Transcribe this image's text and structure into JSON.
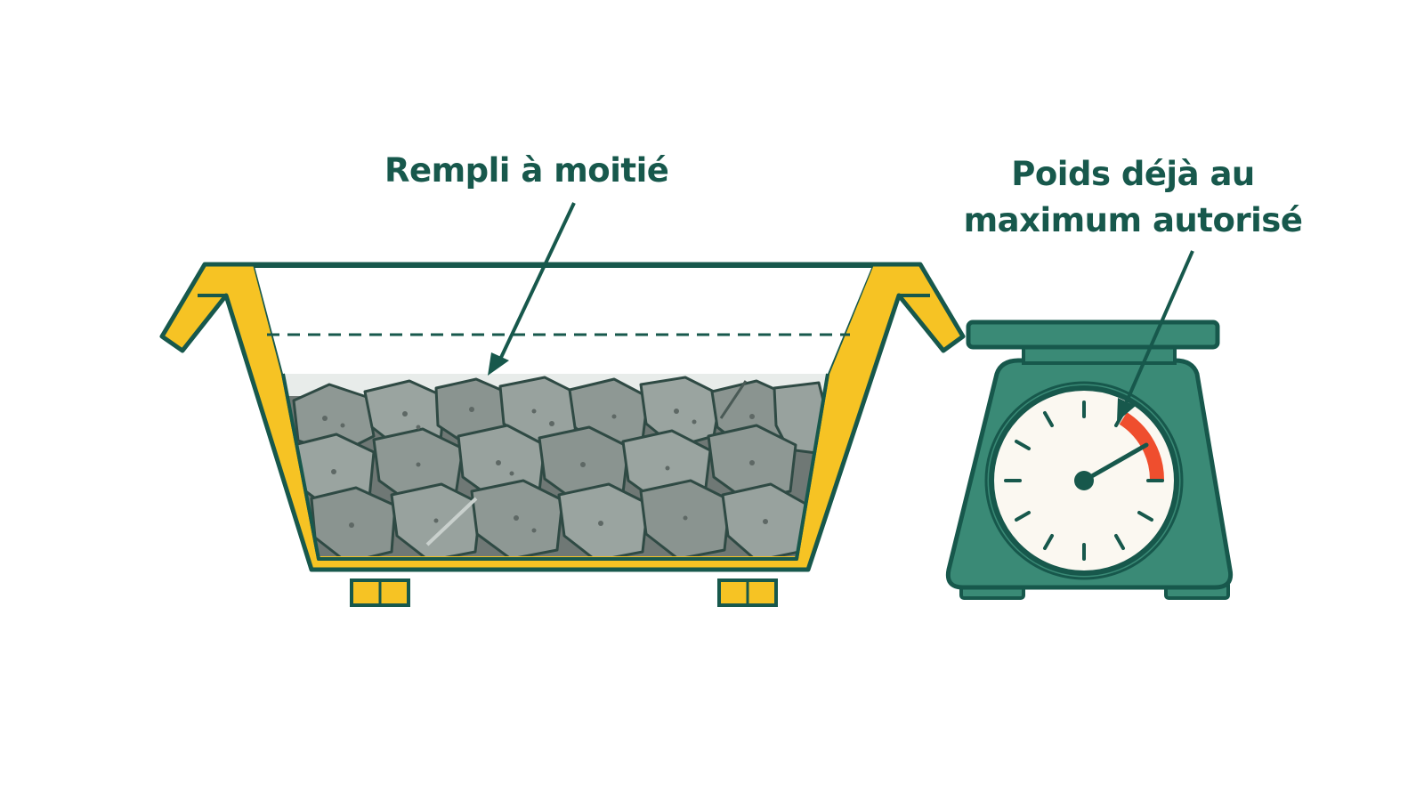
{
  "annotations": {
    "fill_level": "Rempli à moitié",
    "weight_line1": "Poids déjà au",
    "weight_line2": "maximum autorisé"
  },
  "container": {
    "fill_fraction": 0.5
  },
  "scale": {
    "needle_level_fraction": 0.9,
    "max_zone_color": "#ef4e2e"
  },
  "colors": {
    "outline": "#17584c",
    "skip_yellow": "#f6c324",
    "scale_green": "#3a8a76",
    "rubble_gray": "#8a9490"
  }
}
